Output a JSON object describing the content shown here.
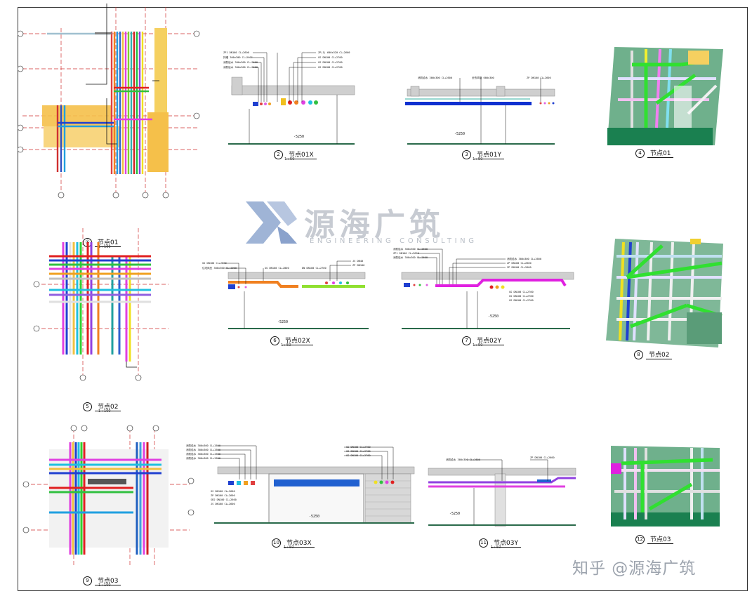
{
  "views": [
    {
      "id": "1",
      "num": "①",
      "title": "节点01",
      "scale": "1 : 100"
    },
    {
      "id": "2",
      "num": "2",
      "title": "节点01X",
      "scale": "1 : 50"
    },
    {
      "id": "3",
      "num": "3",
      "title": "节点01Y",
      "scale": "1 : 50"
    },
    {
      "id": "4",
      "num": "4",
      "title": "节点01",
      "scale": ""
    },
    {
      "id": "5",
      "num": "5",
      "title": "节点02",
      "scale": "1 : 100"
    },
    {
      "id": "6",
      "num": "6",
      "title": "节点02X",
      "scale": "1 : 50"
    },
    {
      "id": "7",
      "num": "7",
      "title": "节点02Y",
      "scale": "1 : 50"
    },
    {
      "id": "8",
      "num": "8",
      "title": "节点02",
      "scale": ""
    },
    {
      "id": "9",
      "num": "9",
      "title": "节点03",
      "scale": "1 : 100"
    },
    {
      "id": "10",
      "num": "10",
      "title": "节点03X",
      "scale": "1 : 50"
    },
    {
      "id": "11",
      "num": "11",
      "title": "节点03Y",
      "scale": "1 : 50"
    },
    {
      "id": "12",
      "num": "12",
      "title": "节点03",
      "scale": ""
    }
  ],
  "watermark": {
    "text": "源海广筑",
    "subtitle": "ENGINEERING CONSULTING"
  },
  "credit": "知乎 @源海广筑",
  "elevations": {
    "level": "-5250",
    "level2": "-5250",
    "level3": "-5250"
  },
  "colors": {
    "orange": "#f0a020",
    "blue": "#1030d0",
    "green": "#30e030",
    "magenta": "#e020e0",
    "red": "#e02020",
    "yellow": "#f0e020",
    "cyan": "#20c0e0",
    "gray": "#a0a0a0"
  }
}
